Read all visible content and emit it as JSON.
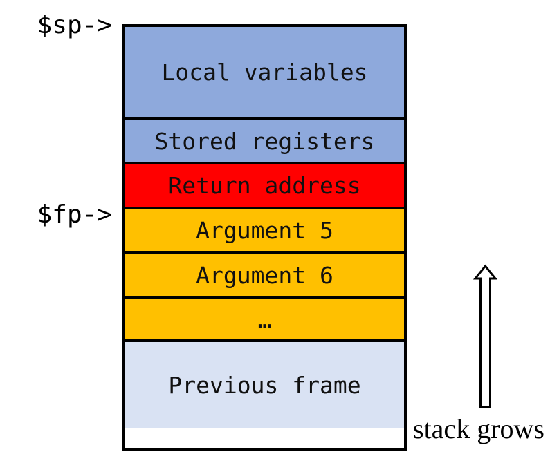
{
  "diagram": {
    "pointers": {
      "sp": {
        "label": "$sp->",
        "points_to": "Local variables (top of stack)"
      },
      "fp": {
        "label": "$fp->",
        "points_to": "Argument 5 (below return address)"
      }
    },
    "stack": {
      "rows": [
        {
          "label": "Local variables",
          "color": "#8EA9DC"
        },
        {
          "label": "Stored registers",
          "color": "#8EA9DC"
        },
        {
          "label": "Return address",
          "color": "#FF0000"
        },
        {
          "label": "Argument 5",
          "color": "#FFC000"
        },
        {
          "label": "Argument 6",
          "color": "#FFC000"
        },
        {
          "label": "…",
          "color": "#FFC000"
        },
        {
          "label": "Previous frame",
          "color": "#D9E2F3"
        }
      ],
      "border_color": "#000000"
    },
    "growth": {
      "arrow_direction": "up",
      "label": "stack grows"
    }
  }
}
